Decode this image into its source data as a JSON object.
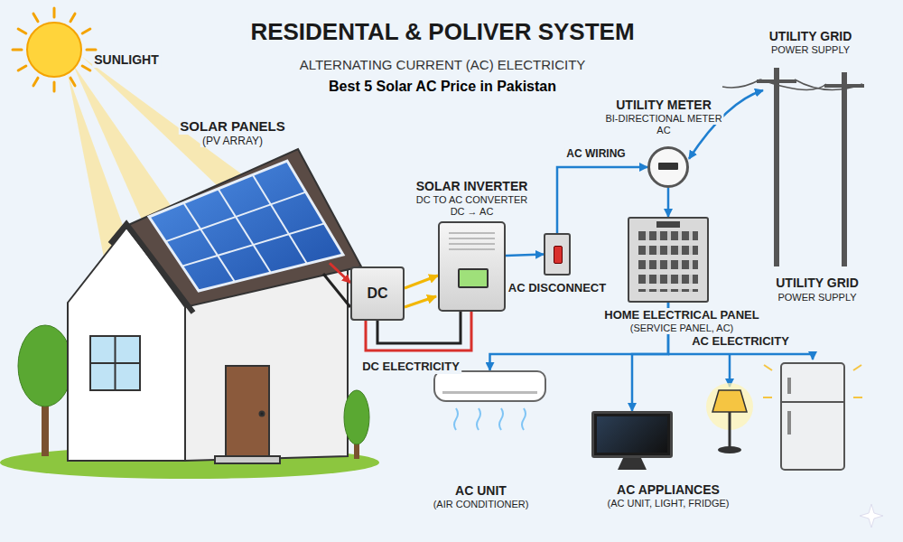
{
  "diagram": {
    "title": "RESIDENTAL & POLIVER SYSTEM",
    "nodes": [
      {
        "text": [
          "SOLAR PANELS",
          "(PV ARRAY)"
        ]
      },
      {
        "text": [
          "DC"
        ]
      },
      {
        "text": [
          "SOLAR INVERTER",
          "DC TO AC CONVERTER",
          "DC → AC"
        ]
      },
      {
        "text": [
          "AC DISCONNECT"
        ]
      },
      {
        "text": [
          "UTILITY METER",
          "BI-DIRECTIONAL METER",
          "AC"
        ]
      },
      {
        "text": [
          "UTILITY GRID",
          "POWER SUPPLY"
        ]
      },
      {
        "text": [
          "HOME ELECTRICAL PANEL",
          "(SERVICE PANEL, AC)"
        ]
      },
      {
        "text": [
          "AC UNIT",
          "(AIR CONDITIONER)"
        ]
      },
      {
        "text": [
          "AC APPLIANCES",
          "(AC UNIT, LIGHT, FRIDGE)"
        ]
      }
    ],
    "edges": [
      {
        "from": 0,
        "to": 1,
        "arrow": "to"
      },
      {
        "from": 1,
        "to": 2,
        "arrow": "to"
      },
      {
        "from": 2,
        "to": 3,
        "arrow": "to"
      },
      {
        "from": 3,
        "to": 4,
        "label": "AC WIRING",
        "arrow": "to"
      },
      {
        "from": 4,
        "to": 5,
        "arrow": "both"
      },
      {
        "from": 4,
        "to": 6,
        "arrow": "to"
      },
      {
        "from": 6,
        "to": 7,
        "arrow": "to"
      },
      {
        "from": 6,
        "to": 8,
        "arrow": "to"
      }
    ],
    "labels": [
      "ALTERNATING CURRENT (AC) ELECTRICITY",
      "Best 5 Solar AC Price in Pakistan",
      "SUNLIGHT",
      "DC ELECTRICITY",
      "AC ELECTRICITY",
      "UTILITY GRID",
      "POWER SUPPLY"
    ]
  }
}
